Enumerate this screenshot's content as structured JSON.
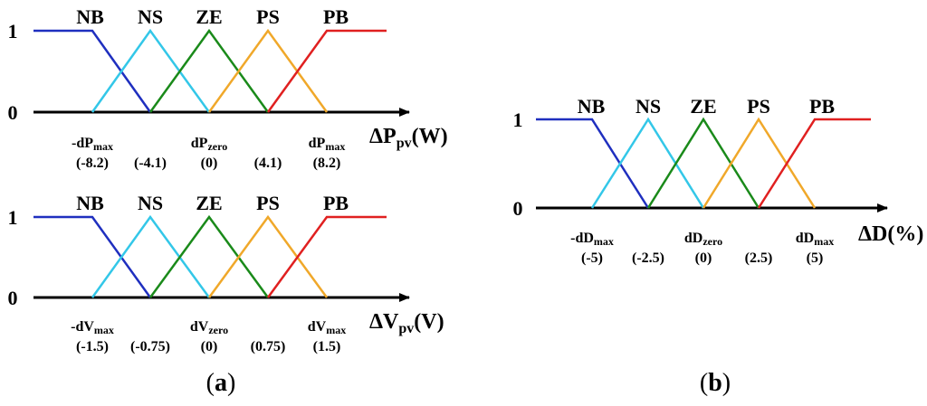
{
  "colors": {
    "NB": "#1f2fbf",
    "NS": "#33c7e8",
    "ZE": "#1a8a1a",
    "PS": "#f0a82a",
    "PB": "#e02020",
    "axis": "#000000"
  },
  "figure_a_label": "a",
  "figure_b_label": "b",
  "chart_data": [
    {
      "type": "line",
      "panel": "a-top",
      "axis_label": "ΔP",
      "axis_label_sub": "pv",
      "axis_label_unit": "(W)",
      "y_ticks": [
        "0",
        "1"
      ],
      "sets": [
        "NB",
        "NS",
        "ZE",
        "PS",
        "PB"
      ],
      "x_range": [
        -8.2,
        8.2
      ],
      "points": [
        -8.2,
        -4.1,
        0,
        4.1,
        8.2
      ],
      "tick_labels": [
        {
          "name": "-dP",
          "sub": "max",
          "value": "(-8.2)"
        },
        {
          "name": "",
          "sub": "",
          "value": "(-4.1)"
        },
        {
          "name": "dP",
          "sub": "zero",
          "value": "(0)"
        },
        {
          "name": "",
          "sub": "",
          "value": "(4.1)"
        },
        {
          "name": "dP",
          "sub": "max",
          "value": "(8.2)"
        }
      ]
    },
    {
      "type": "line",
      "panel": "a-bottom",
      "axis_label": "ΔV",
      "axis_label_sub": "pv",
      "axis_label_unit": "(V)",
      "y_ticks": [
        "0",
        "1"
      ],
      "sets": [
        "NB",
        "NS",
        "ZE",
        "PS",
        "PB"
      ],
      "x_range": [
        -1.5,
        1.5
      ],
      "points": [
        -1.5,
        -0.75,
        0,
        0.75,
        1.5
      ],
      "tick_labels": [
        {
          "name": "-dV",
          "sub": "max",
          "value": "(-1.5)"
        },
        {
          "name": "",
          "sub": "",
          "value": "(-0.75)"
        },
        {
          "name": "dV",
          "sub": "zero",
          "value": "(0)"
        },
        {
          "name": "",
          "sub": "",
          "value": "(0.75)"
        },
        {
          "name": "dV",
          "sub": "max",
          "value": "(1.5)"
        }
      ]
    },
    {
      "type": "line",
      "panel": "b",
      "axis_label": "ΔD(%)",
      "axis_label_sub": "",
      "axis_label_unit": "",
      "y_ticks": [
        "0",
        "1"
      ],
      "sets": [
        "NB",
        "NS",
        "ZE",
        "PS",
        "PB"
      ],
      "x_range": [
        -5,
        5
      ],
      "points": [
        -5,
        -2.5,
        0,
        2.5,
        5
      ],
      "tick_labels": [
        {
          "name": "-dD",
          "sub": "max",
          "value": "(-5)"
        },
        {
          "name": "",
          "sub": "",
          "value": "(-2.5)"
        },
        {
          "name": "dD",
          "sub": "zero",
          "value": "(0)"
        },
        {
          "name": "",
          "sub": "",
          "value": "(2.5)"
        },
        {
          "name": "dD",
          "sub": "max",
          "value": "(5)"
        }
      ]
    }
  ]
}
